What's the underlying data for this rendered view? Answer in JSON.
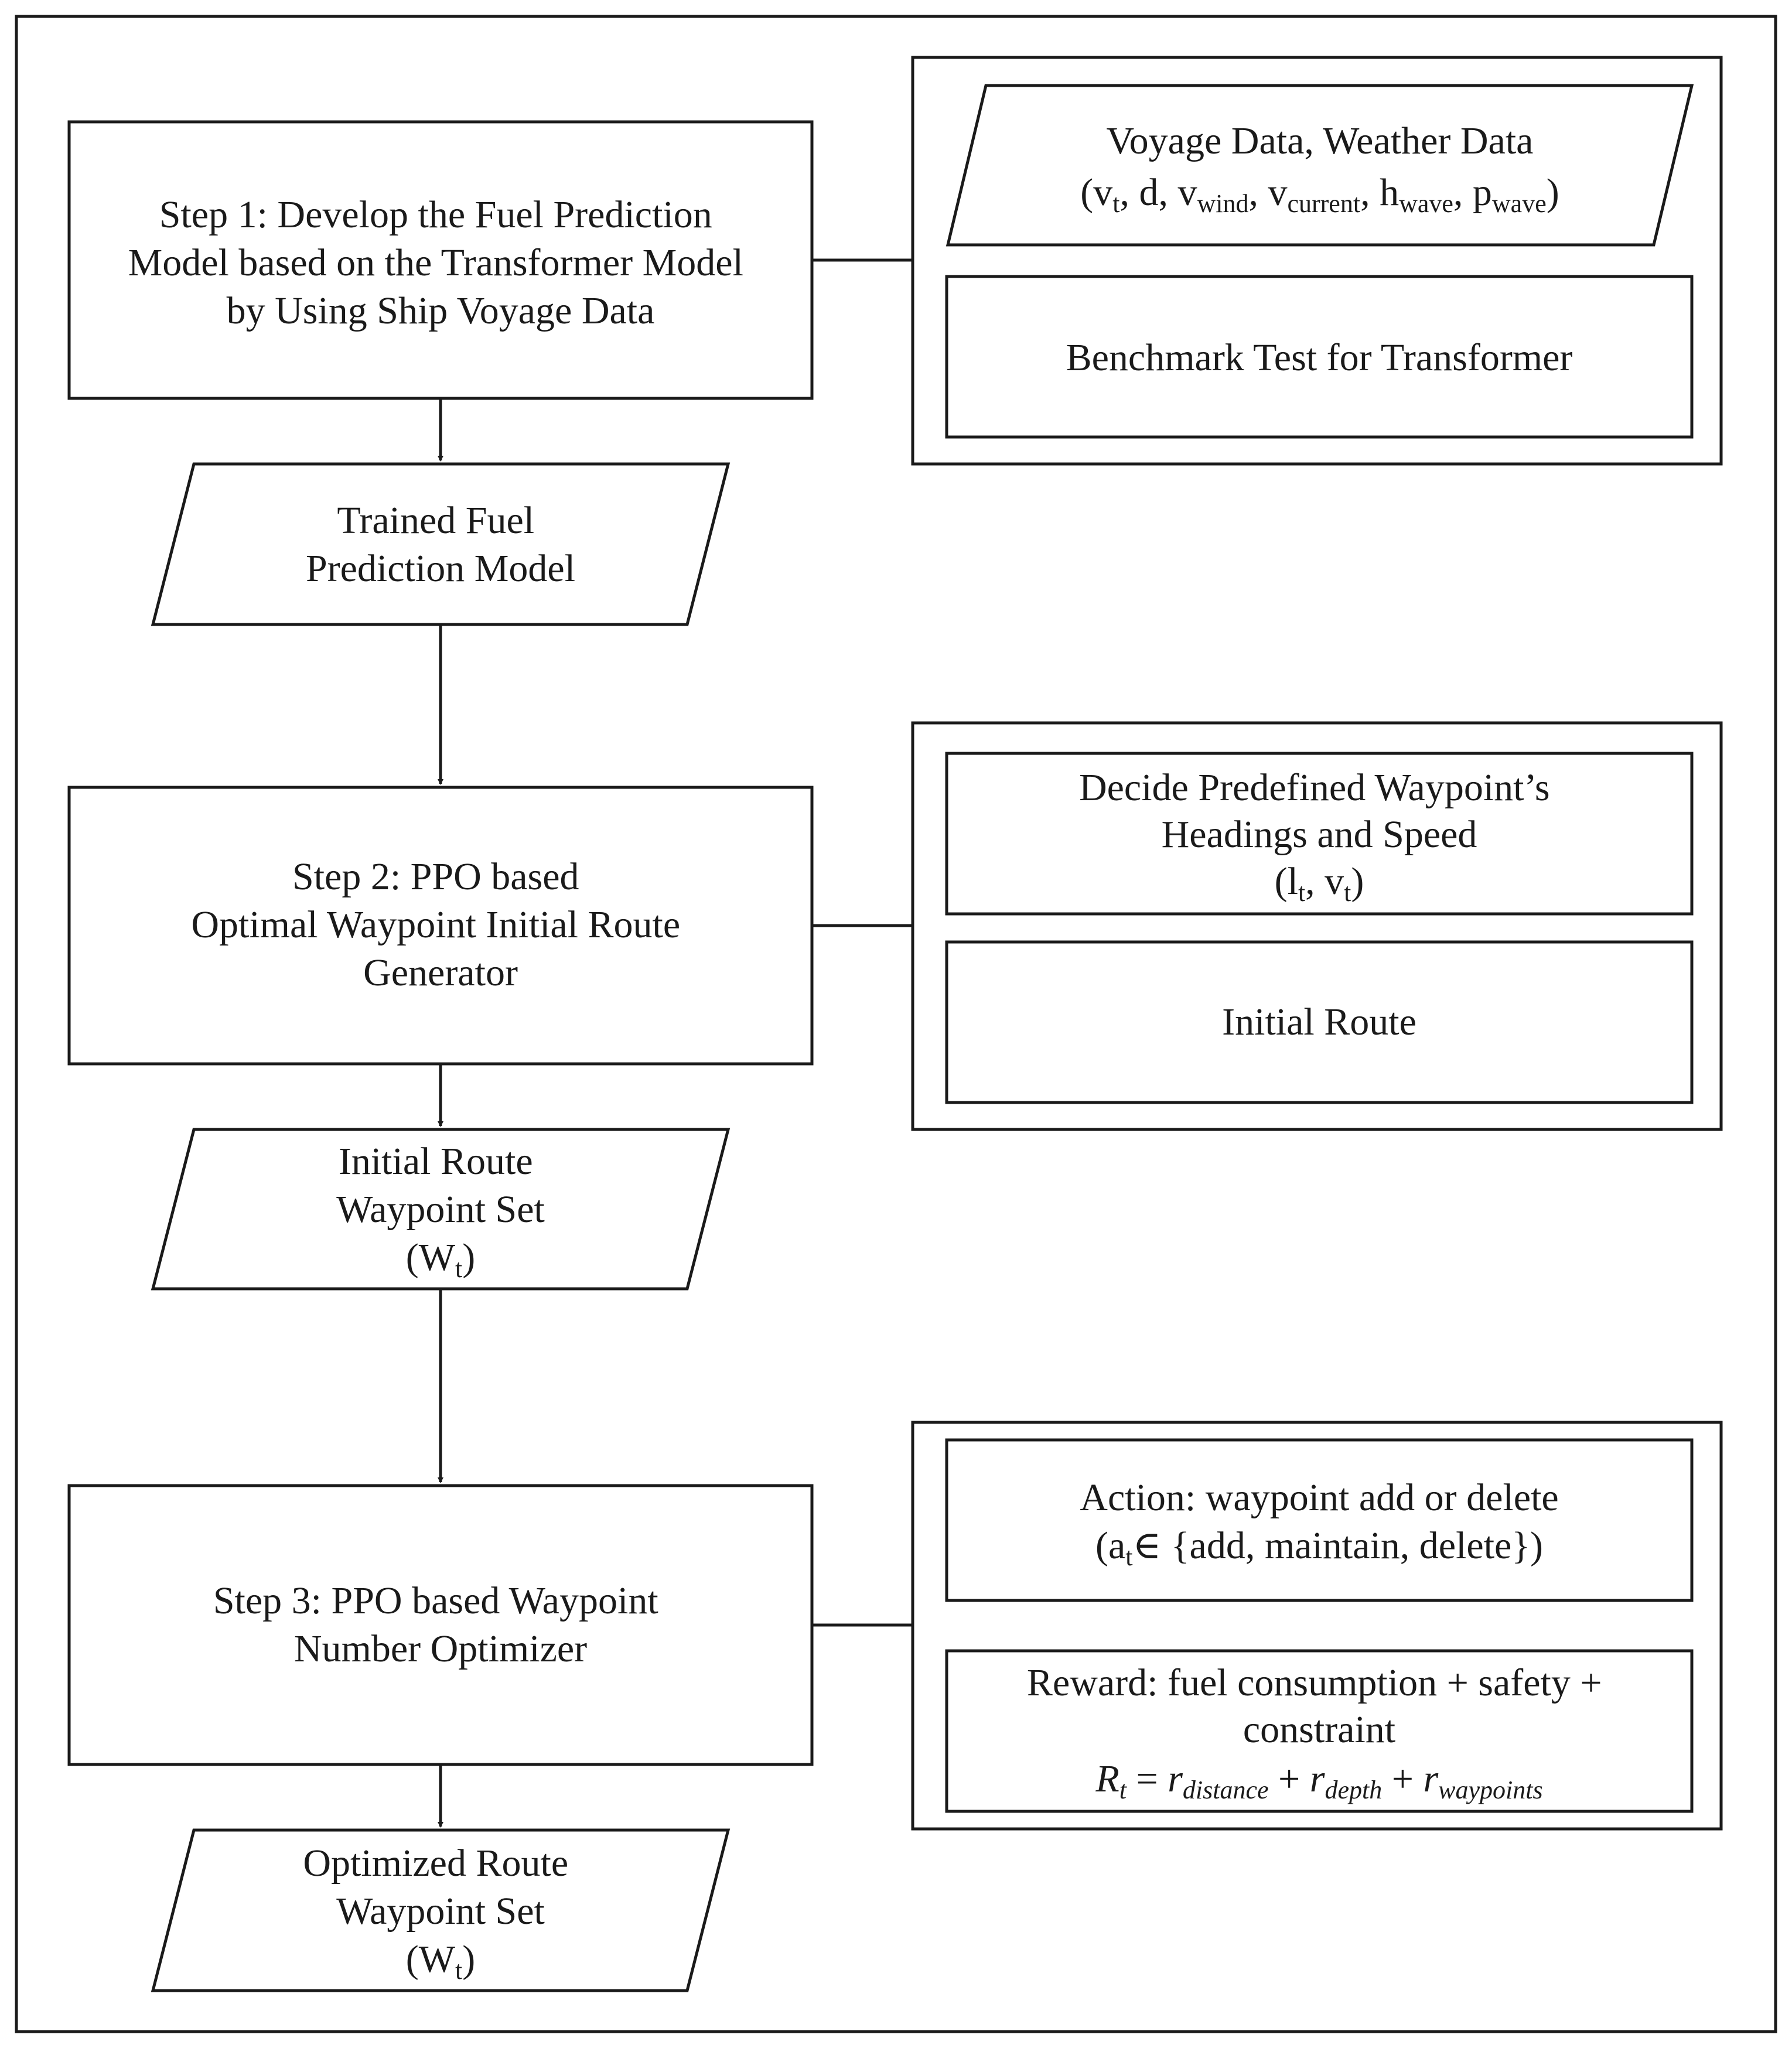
{
  "step1": {
    "lines": [
      "Step 1: Develop the Fuel Prediction",
      "Model based on the Transformer Model",
      "by Using Ship Voyage Data"
    ]
  },
  "trained_model": {
    "lines": [
      "Trained Fuel",
      "Prediction Model"
    ]
  },
  "step2": {
    "lines": [
      "Step 2: PPO based",
      "Optimal Waypoint Initial Route",
      "Generator"
    ]
  },
  "initial_route_set": {
    "lines": [
      "Initial Route",
      "Waypoint Set"
    ],
    "var": "W",
    "sub": "t"
  },
  "step3": {
    "lines": [
      "Step 3: PPO based Waypoint",
      "Number Optimizer"
    ]
  },
  "optimized_route_set": {
    "lines": [
      "Optimized Route",
      "Waypoint Set"
    ],
    "var": "W",
    "sub": "t"
  },
  "group1": {
    "data_input": {
      "line1": "Voyage Data, Weather Data",
      "vars": [
        {
          "base": "v",
          "sub": "t"
        },
        {
          "base": "d",
          "sub": ""
        },
        {
          "base": "v",
          "sub": "wind"
        },
        {
          "base": "v",
          "sub": "current"
        },
        {
          "base": "h",
          "sub": "wave"
        },
        {
          "base": "p",
          "sub": "wave"
        }
      ]
    },
    "benchmark": "Benchmark Test for Transformer"
  },
  "group2": {
    "decide": {
      "lines": [
        "Decide Predefined Waypoint’s",
        "Headings and Speed"
      ],
      "vars": [
        {
          "base": "l",
          "sub": "t"
        },
        {
          "base": "v",
          "sub": "t"
        }
      ]
    },
    "initial_route": "Initial Route"
  },
  "group3": {
    "action": {
      "line1": "Action: waypoint add or delete",
      "set_lhs": "a",
      "set_sub": "t",
      "set_rhs": "∈ {add, maintain, delete})"
    },
    "reward": {
      "line1": "Reward: fuel consumption + safety +",
      "line2": "constraint",
      "formula_lhs": "R",
      "formula_lhs_sub": "t",
      "terms": [
        "distance",
        "depth",
        "waypoints"
      ]
    }
  }
}
